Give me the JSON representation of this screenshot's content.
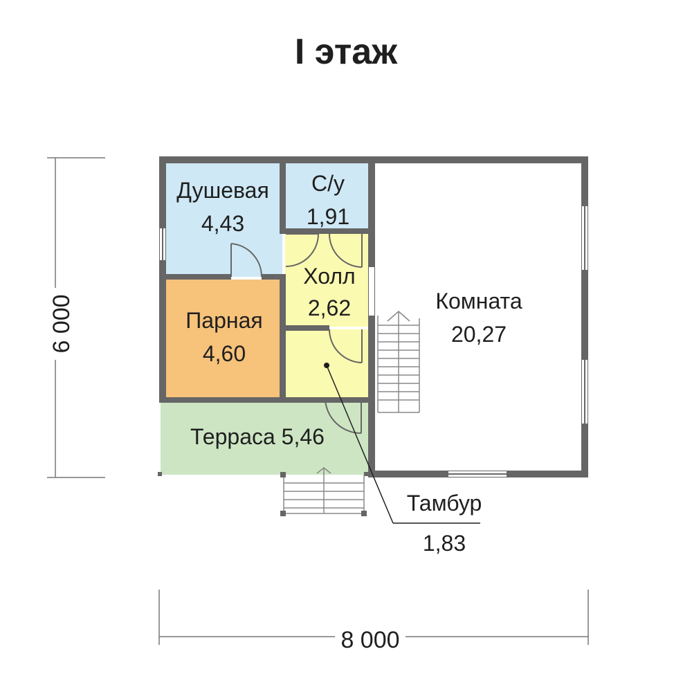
{
  "title": "I этаж",
  "colors": {
    "shower": "#cfe8f5",
    "wc": "#cfe8f5",
    "hall": "#fafab0",
    "steam": "#f7c27a",
    "terrace": "#cde5c3",
    "room": "#ffffff",
    "wall": "#666666"
  },
  "rooms": {
    "shower": {
      "name": "Душевая",
      "area": "4,43"
    },
    "wc": {
      "name": "С/у",
      "area": "1,91"
    },
    "hall": {
      "name": "Холл",
      "area": "2,62"
    },
    "steam": {
      "name": "Парная",
      "area": "4,60"
    },
    "room": {
      "name": "Комната",
      "area": "20,27"
    },
    "terrace": {
      "label": "Терраса 5,46"
    },
    "vestibule": {
      "name": "Тамбур",
      "area": "1,83"
    }
  },
  "dimensions": {
    "width": "8 000",
    "height": "6 000"
  }
}
